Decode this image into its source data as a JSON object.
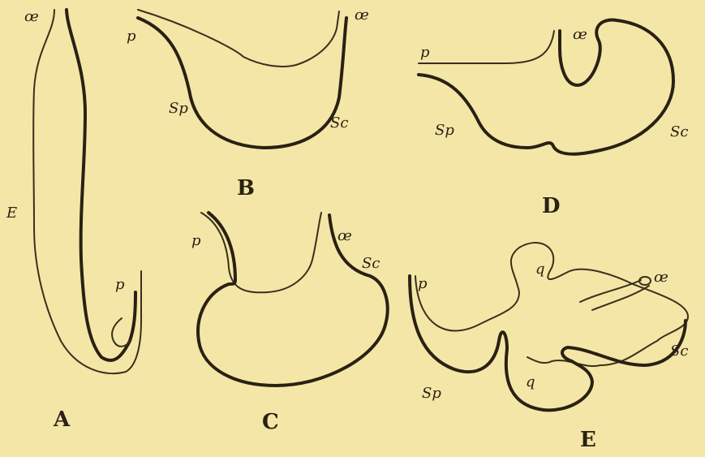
{
  "figures": [
    {
      "caption": "A",
      "labels": [
        "œ",
        "E",
        "p"
      ]
    },
    {
      "caption": "B",
      "labels": [
        "p",
        "œ",
        "Sp",
        "Sc"
      ]
    },
    {
      "caption": "C",
      "labels": [
        "p",
        "œ",
        "Sc"
      ]
    },
    {
      "caption": "D",
      "labels": [
        "p",
        "œ",
        "Sp",
        "Sc"
      ]
    },
    {
      "caption": "E",
      "labels": [
        "p",
        "œ",
        "q",
        "Sc",
        "q",
        "Sp"
      ]
    }
  ]
}
